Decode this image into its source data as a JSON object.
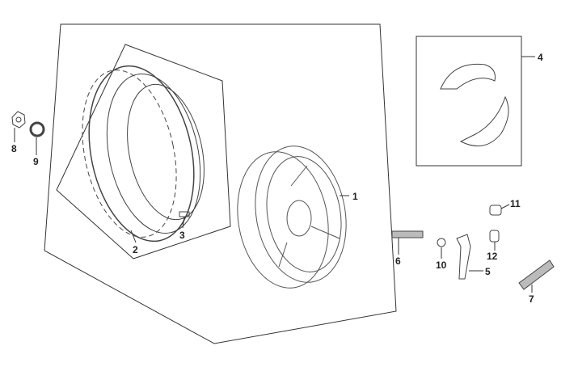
{
  "diagram": {
    "type": "exploded parts diagram - rear wheel assembly",
    "labels": {
      "p1": "1",
      "p2": "2",
      "p3": "3",
      "p4": "4",
      "p5": "5",
      "p6": "6",
      "p7": "7",
      "p8": "8",
      "p9": "9",
      "p10": "10",
      "p11": "11",
      "p12": "12"
    }
  }
}
